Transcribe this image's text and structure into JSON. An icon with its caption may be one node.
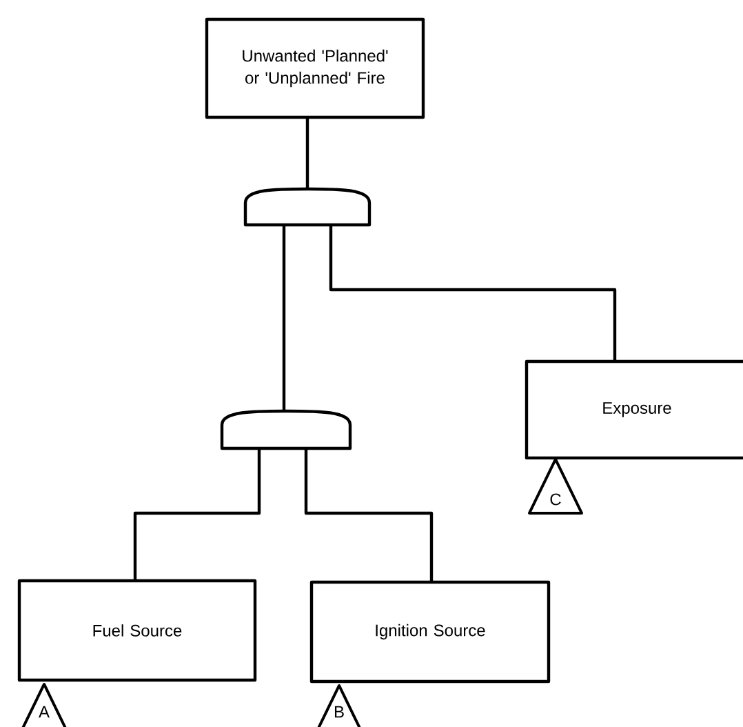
{
  "diagram": {
    "nodes": [
      {
        "text": [
          "Unwanted 'Planned' or 'Unplanned'  Fire"
        ]
      },
      {
        "text": [],
        "shape": "gate"
      },
      {
        "text": [],
        "shape": "gate"
      },
      {
        "text": [
          "Exposure"
        ]
      },
      {
        "text": [
          "Fuel Source"
        ]
      },
      {
        "text": [
          "Ignition Source"
        ]
      },
      {
        "text": [
          "A"
        ]
      },
      {
        "text": [
          "B"
        ]
      },
      {
        "text": [
          "C"
        ]
      }
    ],
    "edges": [
      {
        "from": 0,
        "to": 1,
        "arrow": "none"
      },
      {
        "from": 1,
        "to": 2,
        "arrow": "none"
      },
      {
        "from": 1,
        "to": 3,
        "arrow": "none"
      },
      {
        "from": 2,
        "to": 4,
        "arrow": "none"
      },
      {
        "from": 2,
        "to": 5,
        "arrow": "none"
      }
    ]
  }
}
